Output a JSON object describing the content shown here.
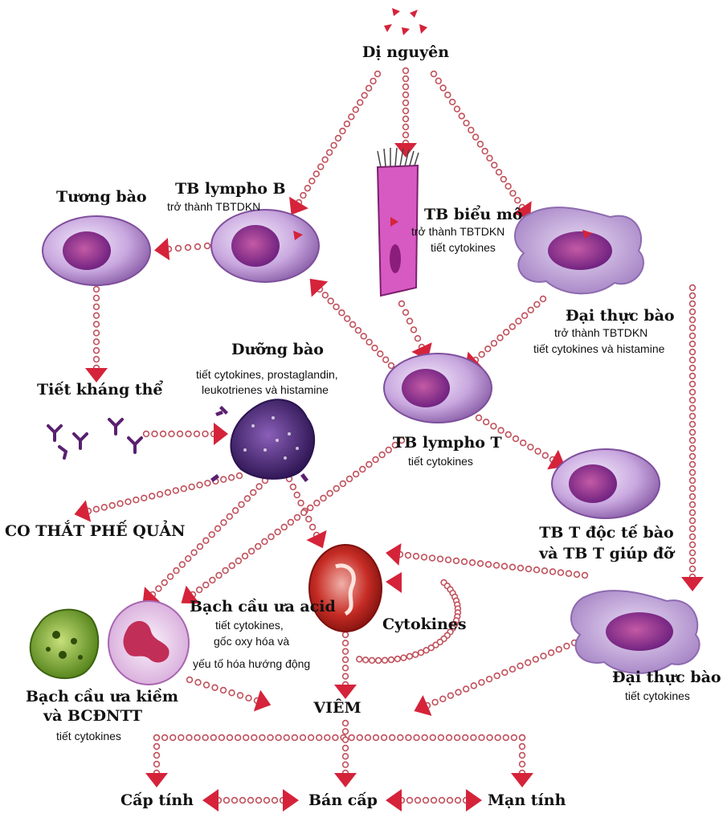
{
  "nodes": {
    "allergen": {
      "title": "Dị nguyên"
    },
    "plasma": {
      "title": "Tương bào"
    },
    "bcell": {
      "title": "TB lympho B",
      "subtitle": "trở thành TBTDKN"
    },
    "epithelial": {
      "title": "TB biểu mô",
      "subtitle1": "trở thành TBTDKN",
      "subtitle2": "tiết cytokines"
    },
    "macrophage1": {
      "title": "Đại thực bào",
      "subtitle1": "trở thành TBTDKN",
      "subtitle2": "tiết cytokines và histamine"
    },
    "mastcell": {
      "title": "Dưỡng bào",
      "subtitle1": "tiết cytokines, prostaglandin,",
      "subtitle2": "leukotrienes và histamine"
    },
    "antibodies": {
      "title": "Tiết kháng thể"
    },
    "tcell": {
      "title": "TB lympho T",
      "subtitle": "tiết cytokines"
    },
    "tkiller": {
      "title1": "TB T độc tế bào",
      "title2": "và TB T giúp đỡ"
    },
    "bronchospasm": {
      "title": "CO THẮT PHẾ QUẢN"
    },
    "eosinophil": {
      "title": "Bạch cầu ưa acid",
      "subtitle1": "tiết cytokines,",
      "subtitle2": "gốc oxy hóa và",
      "subtitle3": "yếu tố hóa hướng động"
    },
    "cytokines": {
      "title": "Cytokines"
    },
    "basophil": {
      "title1": "Bạch cầu ưa kiềm",
      "title2": "và BCĐNTT",
      "subtitle": "tiết cytokines"
    },
    "macrophage2": {
      "title": "Đại thực bào",
      "subtitle": "tiết cytokines"
    },
    "inflammation": {
      "title": "VIÊM"
    },
    "acute": {
      "title": "Cấp tính"
    },
    "subacute": {
      "title": "Bán cấp"
    },
    "chronic": {
      "title": "Mạn tính"
    }
  },
  "colors": {
    "arrow": "#d5233a",
    "chain": "#c1515c",
    "lymphocyte": "#c9a8df",
    "nucleus": "#7b2b8c",
    "mast": "#3f1f6e",
    "eosinophil": "#b8221d",
    "basophil": "#6c9a22"
  }
}
